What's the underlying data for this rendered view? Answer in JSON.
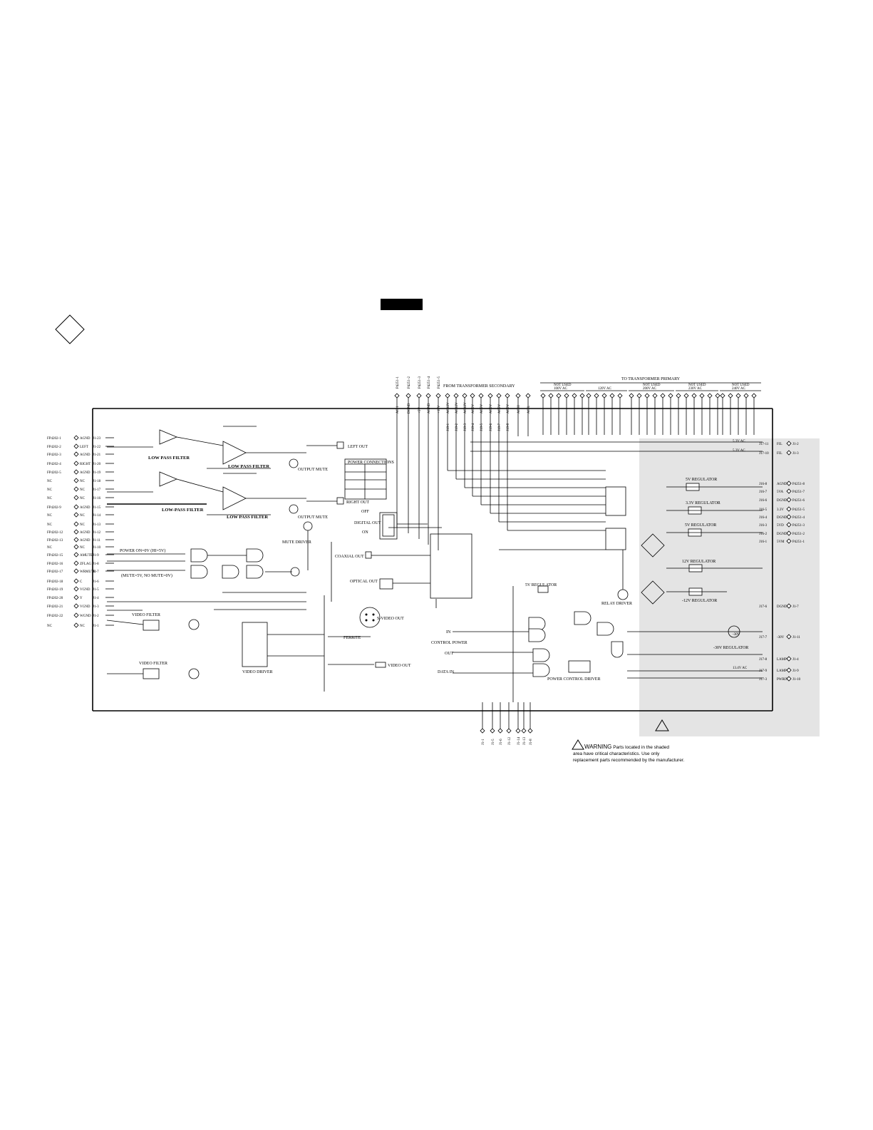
{
  "header": {
    "badge_color": "#000000"
  },
  "left_connector": {
    "labels": [
      "FP4202-1",
      "FP4202-2",
      "FP4202-3",
      "FP4202-4",
      "FP4202-5",
      "NC",
      "NC",
      "NC",
      "FP4202-9",
      "NC",
      "NC",
      "FP4202-12",
      "FP4202-13",
      "NC",
      "FP4202-15",
      "FP4202-16",
      "FP4202-17",
      "FP4202-18",
      "FP4202-19",
      "FP4202-20",
      "FP4202-21",
      "FP4202-22",
      "NC"
    ],
    "signals": [
      "AGND",
      "LEFT",
      "AGND",
      "RIGHT",
      "AGND",
      "NC",
      "NC",
      "NC",
      "AGND",
      "NC",
      "NC",
      "AGND",
      "AGND",
      "NC",
      "AMUTE",
      "ZFLAG",
      "WRMUTE",
      "C",
      "VGND",
      "Y",
      "VGND",
      "WGND",
      "NC"
    ],
    "pins": [
      "J1-23",
      "J1-22",
      "J1-21",
      "J1-20",
      "J1-19",
      "J1-18",
      "J1-17",
      "J1-16",
      "J1-15",
      "J1-14",
      "J1-13",
      "J1-12",
      "J1-11",
      "J1-10",
      "J1-9",
      "J1-8",
      "J1-7",
      "J1-6",
      "J1-5",
      "J1-4",
      "J1-3",
      "J1-2",
      "J1-1"
    ]
  },
  "top_connectors": {
    "left_group": [
      "P4251-1",
      "P4251-2",
      "P4251-3",
      "P4251-4",
      "P4251-5"
    ],
    "left_group_signals": [
      "AC 1",
      "DGND",
      "+5V",
      "AGND",
      "+15V"
    ],
    "secondary_title": "FROM TRANSFORMER SECONDARY",
    "secondary_pins": [
      "J18-1",
      "J18-2",
      "J18-3",
      "J18-4",
      "J18-5",
      "J18-6",
      "J18-7",
      "J18-8"
    ],
    "secondary_signals": [
      "AC12V",
      "AC12V",
      "AC12V",
      "AC5V",
      "AC5V",
      "AC5V",
      "AC5V",
      "AC5V"
    ],
    "ac_pins": [
      "AC H",
      "AC L"
    ],
    "primary_title": "TO TRANSFORMER PRIMARY",
    "primary_groups": [
      {
        "title": "NOT USED",
        "sub": "100V AC"
      },
      {
        "title": "",
        "sub": "120V AC"
      },
      {
        "title": "NOT USED",
        "sub": "200V AC"
      },
      {
        "title": "NOT USED",
        "sub": "230V AC"
      },
      {
        "title": "NOT USED",
        "sub": "240V AC"
      }
    ]
  },
  "blocks": {
    "lpf1": "LOW PASS FILTER",
    "lpf2": "LOW PASS FILTER",
    "lpf3": "LOW-PASS FILTER",
    "lpf4": "LOW PASS FILTER",
    "output_mute1": "OUTPUT MUTE",
    "output_mute2": "OUTPUT MUTE",
    "mute_driver": "MUTE DRIVER",
    "video_filter1": "VIDEO FILTER",
    "video_filter2": "VIDEO FILTER",
    "video_driver": "VIDEO DRIVER",
    "left_out": "LEFT OUT",
    "right_out": "RIGHT OUT",
    "svideo_out": "S-VIDEO OUT",
    "video_out": "VIDEO OUT",
    "coaxial_out": "COAXIAL OUT",
    "optical_out": "OPTICAL OUT",
    "digital_out": "DIGITAL OUT",
    "off": "OFF",
    "on": "ON",
    "power_connections": "POWER CONNECTIONS",
    "control_power": "CONTROL POWER",
    "data_in": "DATA IN",
    "in": "IN",
    "out": "OUT",
    "power_control_driver": "POWER CONTROL DRIVER",
    "relay_driver": "RELAY DRIVER",
    "reg_5v": "5V REGULATOR",
    "reg_5v_b": "5V REGULATOR",
    "reg_3_3v": "3.3V REGULATOR",
    "reg_5v_c": "5V REGULATOR",
    "reg_12v": "12V REGULATOR",
    "reg_m12v": "-12V REGULATOR",
    "reg_m30v": "-30V REGULATOR",
    "ferrite": "FERRITE",
    "power_note1": "POWER ON=0V (HI=5V)",
    "power_note2": "(MUTE=5V, NO MUTE=0V)"
  },
  "right_connector": {
    "rows": [
      {
        "v": "5.3V AC",
        "sig": "FIL",
        "pin": "J17-11",
        "out": "J1-2"
      },
      {
        "v": "5.3V AC",
        "sig": "FIL",
        "pin": "J17-10",
        "out": "J1-3"
      },
      {
        "v": "",
        "sig": "AGND",
        "pin": "J16-8",
        "out": "P4251-8"
      },
      {
        "v": "",
        "sig": "5VA",
        "pin": "J16-7",
        "out": "P4251-7"
      },
      {
        "v": "",
        "sig": "DGND",
        "pin": "J16-6",
        "out": "P4251-6"
      },
      {
        "v": "",
        "sig": "3.3V",
        "pin": "J16-5",
        "out": "P4251-5"
      },
      {
        "v": "",
        "sig": "DGND",
        "pin": "J16-4",
        "out": "P4251-4"
      },
      {
        "v": "",
        "sig": "5VD",
        "pin": "J16-3",
        "out": "P4251-3"
      },
      {
        "v": "",
        "sig": "DGND",
        "pin": "J16-2",
        "out": "P4251-2"
      },
      {
        "v": "",
        "sig": "5VM",
        "pin": "J16-1",
        "out": "P4251-1"
      },
      {
        "v": "",
        "sig": "DGND",
        "pin": "J17-6",
        "out": "J1-7"
      },
      {
        "v": "-30V",
        "sig": "-30V",
        "pin": "J17-7",
        "out": "J1-11"
      },
      {
        "v": "",
        "sig": "LAMP",
        "pin": "J17-8",
        "out": "J1-4"
      },
      {
        "v": "13.4V AC",
        "sig": "LAMP",
        "pin": "J17-9",
        "out": "J1-9"
      },
      {
        "v": "",
        "sig": "PWRIN",
        "pin": "J17-3",
        "out": "J1-10"
      }
    ]
  },
  "bottom_connector": [
    "J1-1",
    "J1-5",
    "J1-6",
    "J1-12",
    "J1-14",
    "J1-13",
    "J1-8"
  ],
  "warning": {
    "title": "WARNING",
    "line1": "Parts located in the shaded",
    "line2": "area have critical characteristics. Use only",
    "line3": "replacement parts recommended by the manufacturer."
  }
}
